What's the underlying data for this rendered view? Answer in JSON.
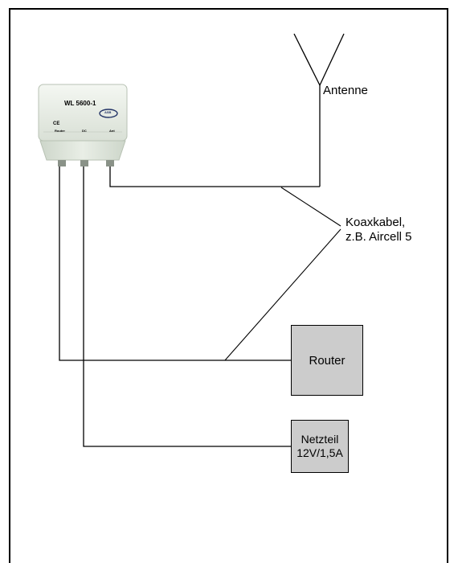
{
  "antenna": {
    "label": "Antenne"
  },
  "cable": {
    "label_line1": "Koaxkabel,",
    "label_line2": "z.B. Aircell 5"
  },
  "router": {
    "label": "Router"
  },
  "power_supply": {
    "label_line1": "Netzteil",
    "label_line2": "12V/1,5A"
  },
  "device": {
    "model": "WL 5600-1",
    "ce_mark": "CE",
    "port_labels": [
      "Router",
      "DC",
      "Ant"
    ],
    "brand": "ASB"
  },
  "colors": {
    "line": "#000000",
    "box_fill": "#cccccc",
    "device_body": "#e6ece4"
  }
}
